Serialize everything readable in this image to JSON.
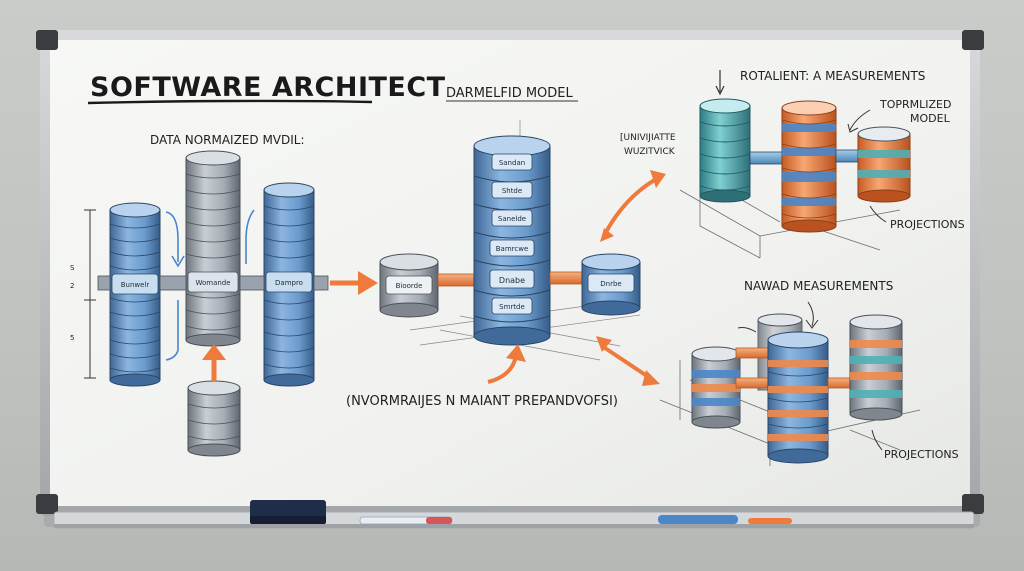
{
  "board": {
    "title": "SOFTWARE ARCHITECT",
    "left_caption": "DATA NORMAIZED MVDIL:",
    "center_caption": "DARMELFID MODEL",
    "bottom_caption": "(NVORMRAIJES N MAIANT PREPANDVOFSI)",
    "top_right_caption": "ROTALIENT: A MEASUREMENTS",
    "top_right_side_note_1": "[UNIVIJIATTE",
    "top_right_side_note_2": "WUZITVICK",
    "top_right_model_label_1": "TOPRMLIZED",
    "top_right_model_label_2": "MODEL",
    "top_right_projections": "PROJECTIONS",
    "bottom_right_caption": "NAWAD MEASUREMENTS",
    "bottom_right_projections": "PROJECTIONS"
  },
  "cylinder_labels": {
    "left_1": "Bunwelr",
    "left_2": "Womande",
    "left_3": "Dampro",
    "center_left": "Bioorde",
    "center_1": "Sandan",
    "center_2": "Shtde",
    "center_3": "Sanelde",
    "center_4": "Bamrcwe",
    "center_5": "Dnabe",
    "center_6": "Smrtde",
    "center_right": "Dnrbe"
  },
  "colors": {
    "board": "#f3f4f2",
    "frame": "#b9bcbd",
    "cyl_blue": "#6f9fd0",
    "cyl_dark": "#3f6a99",
    "cyl_teal": "#4fb0b5",
    "cyl_orange": "#f08a4b",
    "arrow": "#ee7a3c",
    "ink": "#1f1f1f"
  }
}
